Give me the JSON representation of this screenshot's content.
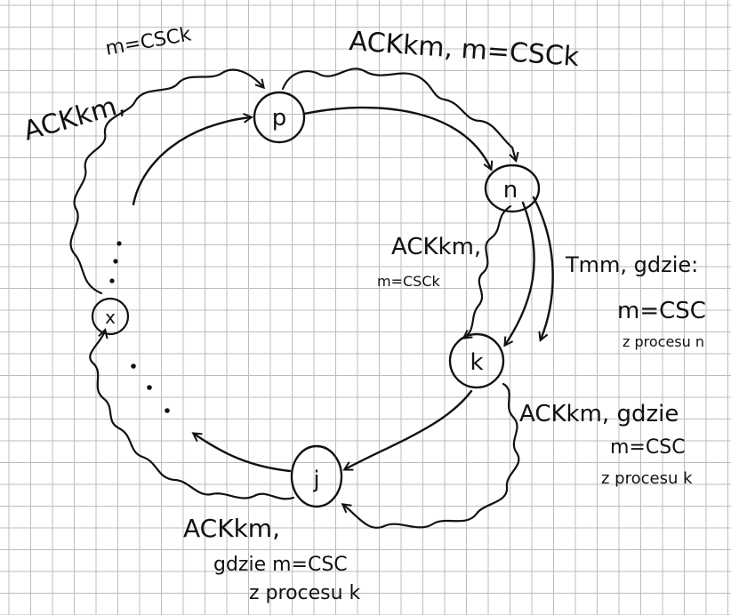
{
  "colors": {
    "ink": "#111111",
    "grid": "#bdbdbd",
    "paper": "#ffffff"
  },
  "nodes": {
    "p": "p",
    "n": "n",
    "k": "k",
    "j": "j",
    "x": "x"
  },
  "labels": {
    "top_left_line1": "ACKkm,",
    "top_left_line2": "m=CSCk",
    "top_right": "ACKkm, m=CSCk",
    "middle_line1": "ACKkm,",
    "middle_line2": "m=CSCk",
    "right_top_line1": "Tmm, gdzie:",
    "right_top_line2": "m=CSC",
    "right_top_line3": "z procesu n",
    "right_bottom_line1": "ACKkm, gdzie",
    "right_bottom_line2": "m=CSC",
    "right_bottom_line3": "z procesu k",
    "bottom_line1": "ACKkm,",
    "bottom_line2": "gdzie m=CSC",
    "bottom_line3": "z procesu k"
  }
}
